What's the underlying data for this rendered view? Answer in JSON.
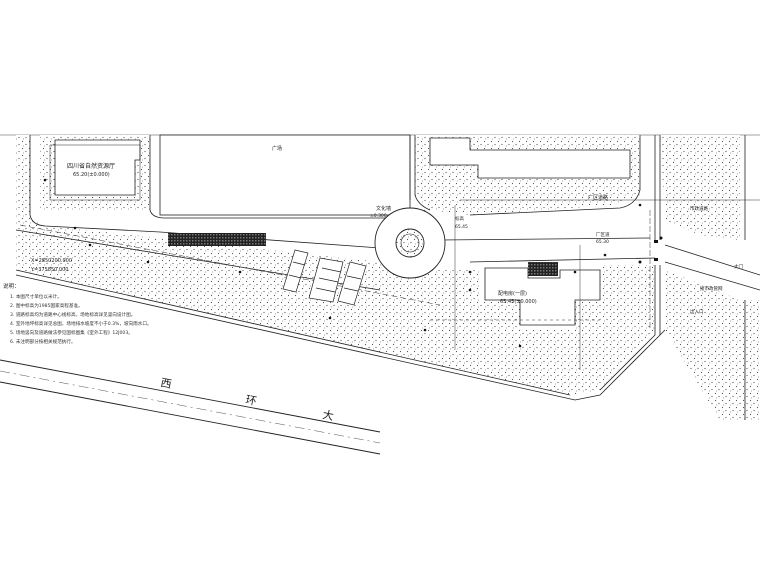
{
  "labels": {
    "building_left": "四川省自然资源厅",
    "building_left_elev": "65.20(±0.000)",
    "plaza": "广场",
    "yard": "厂区道路",
    "circle_label": "文化墙",
    "circle_elev": "±0.300",
    "level_label": "标高",
    "level_elev": "65.45",
    "building_center_label": "配电房(一层)",
    "building_center_elev": "65.45(±0.000)",
    "right_label": "厂区道",
    "right_elev": "65.30",
    "far_right_label": "市政道路",
    "far_right_sub": "接市政管网",
    "gate_label": "大门",
    "entry_label": "出入口",
    "coord_x": "X=2850200.000",
    "coord_y": "Y=375850.000",
    "road_name": [
      "西",
      "环",
      "大"
    ]
  },
  "notes": {
    "title": "说明：",
    "lines": [
      "1. 本图尺寸单位以米计。",
      "2. 图中标高为1985国家高程基准。",
      "3. 道路标高均为道路中心线标高，场地标高详见竖向设计图。",
      "4. 室外地坪标高详见总图，场地排水坡度不小于0.3%，坡向雨水口。",
      "5. 场地竖向及道路做法参见国标图集《室外工程》12J003。",
      "6. 未注明部分按相关规范执行。"
    ]
  }
}
